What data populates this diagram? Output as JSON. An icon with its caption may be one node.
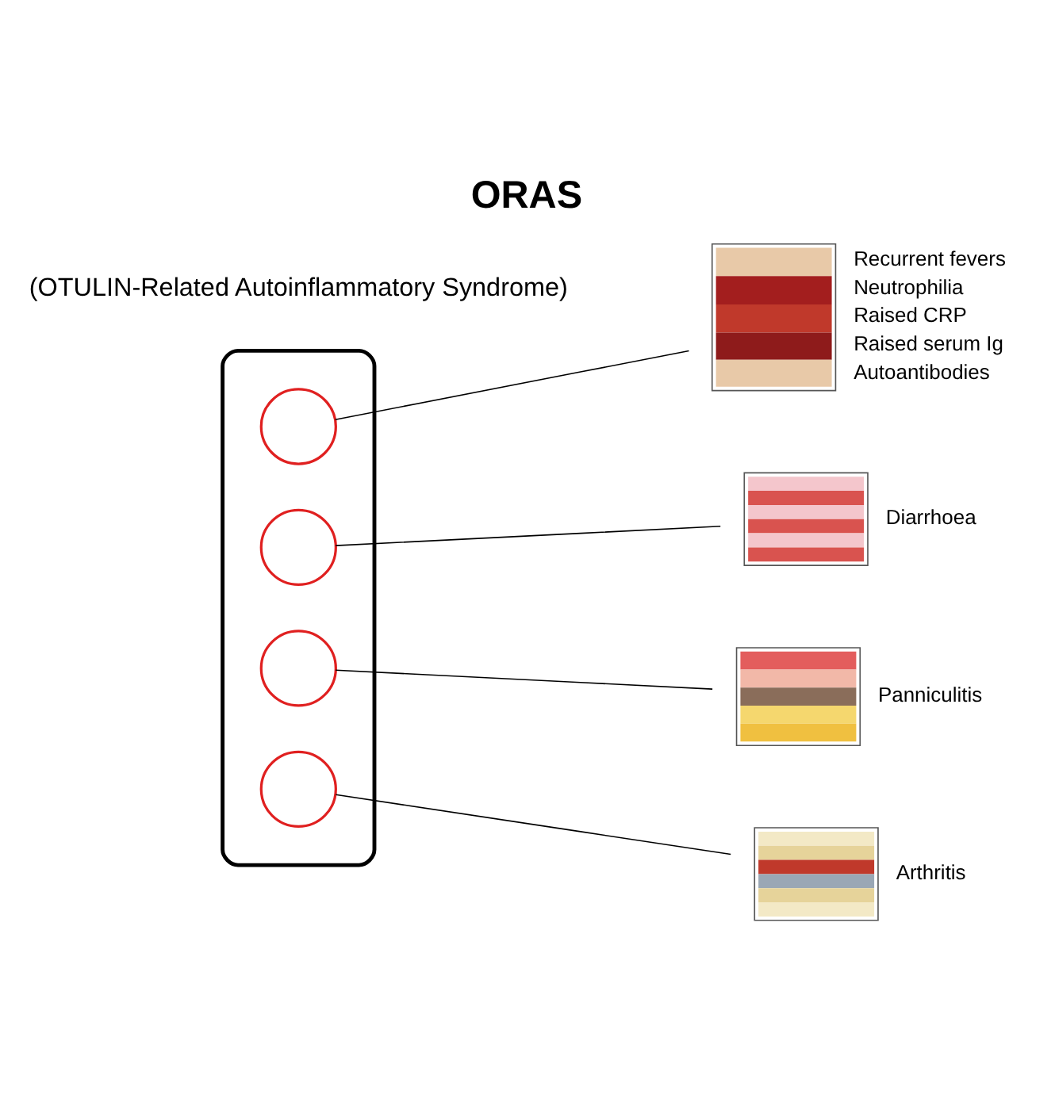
{
  "diagram": {
    "title": "ORAS",
    "nodes": [
      {
        "text": [],
        "shape": "person"
      },
      {
        "text": [],
        "shape": "circle",
        "in": 0
      },
      {
        "text": [],
        "shape": "circle",
        "in": 0
      },
      {
        "text": [],
        "shape": "circle",
        "in": 0
      },
      {
        "text": [],
        "shape": "circle",
        "in": 0
      },
      {
        "text": [],
        "shape": "picture",
        "beside": [
          "Recurrent fevers",
          "Neutrophilia",
          "Raised CRP",
          "Raised serum Ig",
          "Autoantibodies"
        ]
      },
      {
        "text": [],
        "shape": "picture",
        "beside": [
          "Diarrhoea"
        ]
      },
      {
        "text": [],
        "shape": "picture",
        "beside": [
          "Panniculitis"
        ]
      },
      {
        "text": [],
        "shape": "picture",
        "beside": [
          "Arthritis"
        ]
      }
    ],
    "edges": [
      {
        "from": 1,
        "to": 5,
        "arrow": "none"
      },
      {
        "from": 2,
        "to": 6,
        "arrow": "none"
      },
      {
        "from": 3,
        "to": 7,
        "arrow": "none"
      },
      {
        "from": 4,
        "to": 8,
        "arrow": "none"
      }
    ],
    "labels": [
      "(OTULIN-Related Autoinflammatory Syndrome)"
    ]
  }
}
